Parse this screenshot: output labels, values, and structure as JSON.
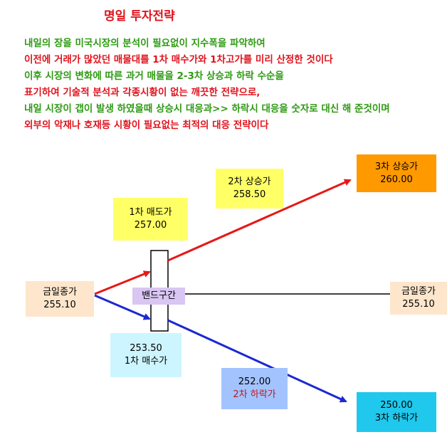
{
  "title": "명일 투자전략",
  "colors": {
    "title": "#e0141e",
    "green_text": "#2f9a14",
    "red_text": "#e0141e",
    "up_arrow": "#e61818",
    "down_arrow": "#1c28d2",
    "yellow_box": "#ffff66",
    "orange_box": "#ff9900",
    "peach_box": "#fde6cc",
    "lavender_box": "#d9c6f2",
    "cyan_box": "#ccf5ff",
    "blue_box": "#a3c3ff",
    "sky_box": "#1fc8ec"
  },
  "description_lines": [
    {
      "text": "내일의 장을 미국시장의 분석이 필요없이 지수폭을 파악하여",
      "color": "#2f9a14"
    },
    {
      "text": "이전에 거래가 많았던 매물대를 1차 매수가와 1차고가를 미리 산정한 것이다",
      "color": "#e0141e"
    },
    {
      "text": "이후 시장의 변화에 따른 과거 매물을 2-3차 상승과 하락 수순을",
      "color": "#2f9a14"
    },
    {
      "text": "표기하여 기술적  분석과 각종시황이 없는 깨끗한 전략으로,",
      "color": "#e0141e"
    },
    {
      "text": "내일 시장이 갭이 발생 하였을때 상승시 대응과>> 하락시 대응을 숫자로 대신 해 준것이며",
      "color": "#2f9a14"
    },
    {
      "text": "외부의 악재나 호재등  시황이 필요없는 최적의 대응 전략이다",
      "color": "#e0141e"
    }
  ],
  "diagram": {
    "today_close_left": {
      "label": "금일종가",
      "value": "255.10"
    },
    "today_close_right": {
      "label": "금일종가",
      "value": "255.10"
    },
    "band": {
      "label": "밴드구간"
    },
    "sell_1": {
      "label": "1차 매도가",
      "value": "257.00"
    },
    "buy_1": {
      "value": "253.50",
      "label": "1차 매수가"
    },
    "rise_2": {
      "label": "2차 상승가",
      "value": "258.50"
    },
    "rise_3": {
      "label": "3차 상승가",
      "value": "260.00"
    },
    "fall_2": {
      "value": "252.00",
      "label": "2차 하락가"
    },
    "fall_3": {
      "value": "250.00",
      "label": "3차 하락가"
    }
  }
}
